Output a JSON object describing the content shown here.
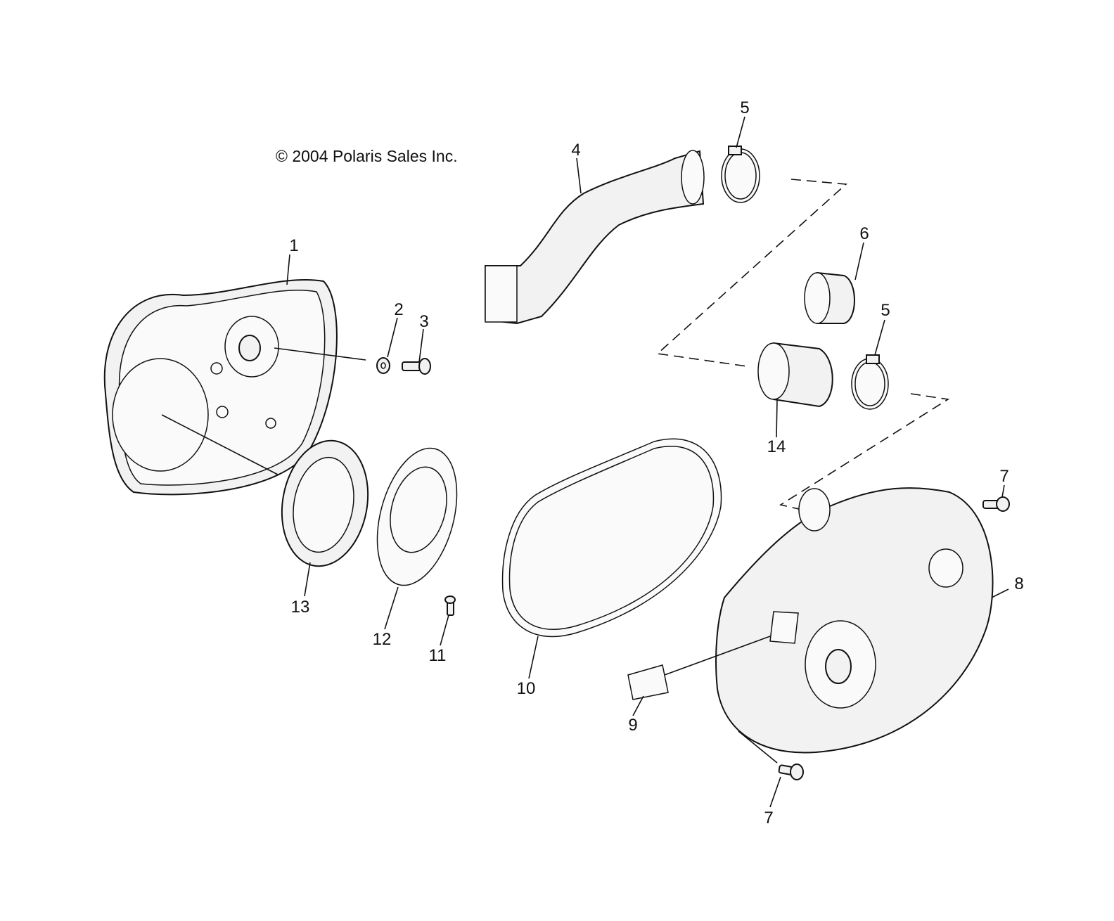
{
  "diagram": {
    "copyright": "© 2004 Polaris Sales Inc.",
    "callouts": {
      "c1": "1",
      "c2": "2",
      "c3": "3",
      "c4": "4",
      "c5a": "5",
      "c5b": "5",
      "c6": "6",
      "c7a": "7",
      "c7b": "7",
      "c8": "8",
      "c9": "9",
      "c10": "10",
      "c11": "11",
      "c12": "12",
      "c13": "13",
      "c14": "14"
    }
  }
}
